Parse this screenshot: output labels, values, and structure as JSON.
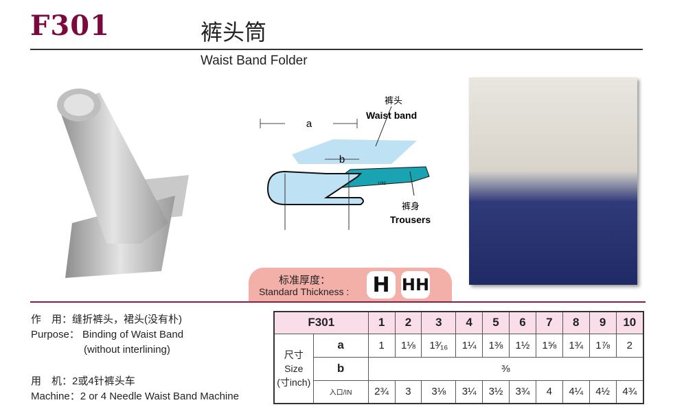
{
  "header": {
    "code": "F301",
    "title_cn": "裤头筒",
    "title_en": "Waist Band Folder"
  },
  "diagram": {
    "label_a": "a",
    "label_b": "b",
    "waistband_cn": "裤头",
    "waistband_en": "Waist band",
    "trousers_cn": "裤身",
    "trousers_en": "Trousers",
    "gap": "1/32"
  },
  "thickness": {
    "label_cn": "标准厚度：",
    "label_en": "Standard Thickness :",
    "badges": [
      "H",
      "HH"
    ]
  },
  "info": {
    "purpose_cn_label": "作　用：",
    "purpose_cn": "缝折裤头，裙头(没有朴)",
    "purpose_en_label": "Purpose：",
    "purpose_en": "Binding of Waist Band",
    "purpose_en2": "(without interlining)",
    "machine_cn_label": "用　机：",
    "machine_cn": "2或4针裤头车",
    "machine_en_label": "Machine：",
    "machine_en": "2 or 4 Needle Waist Band Machine"
  },
  "table": {
    "model": "F301",
    "sizes": [
      "1",
      "2",
      "3",
      "4",
      "5",
      "6",
      "7",
      "8",
      "9",
      "10"
    ],
    "size_label_cn": "尺寸",
    "size_label_en": "Size",
    "size_unit": "(寸inch)",
    "row_a_label": "a",
    "row_a": [
      "1",
      "1⅛",
      "1³⁄₁₆",
      "1¼",
      "1⅜",
      "1½",
      "1⅝",
      "1¾",
      "1⅞",
      "2"
    ],
    "row_b_label": "b",
    "row_b": "⅜",
    "row_in_label": "入口/IN",
    "row_in": [
      "2¾",
      "3",
      "3⅛",
      "3¼",
      "3½",
      "3¾",
      "4",
      "4¼",
      "4½",
      "4¾"
    ]
  }
}
